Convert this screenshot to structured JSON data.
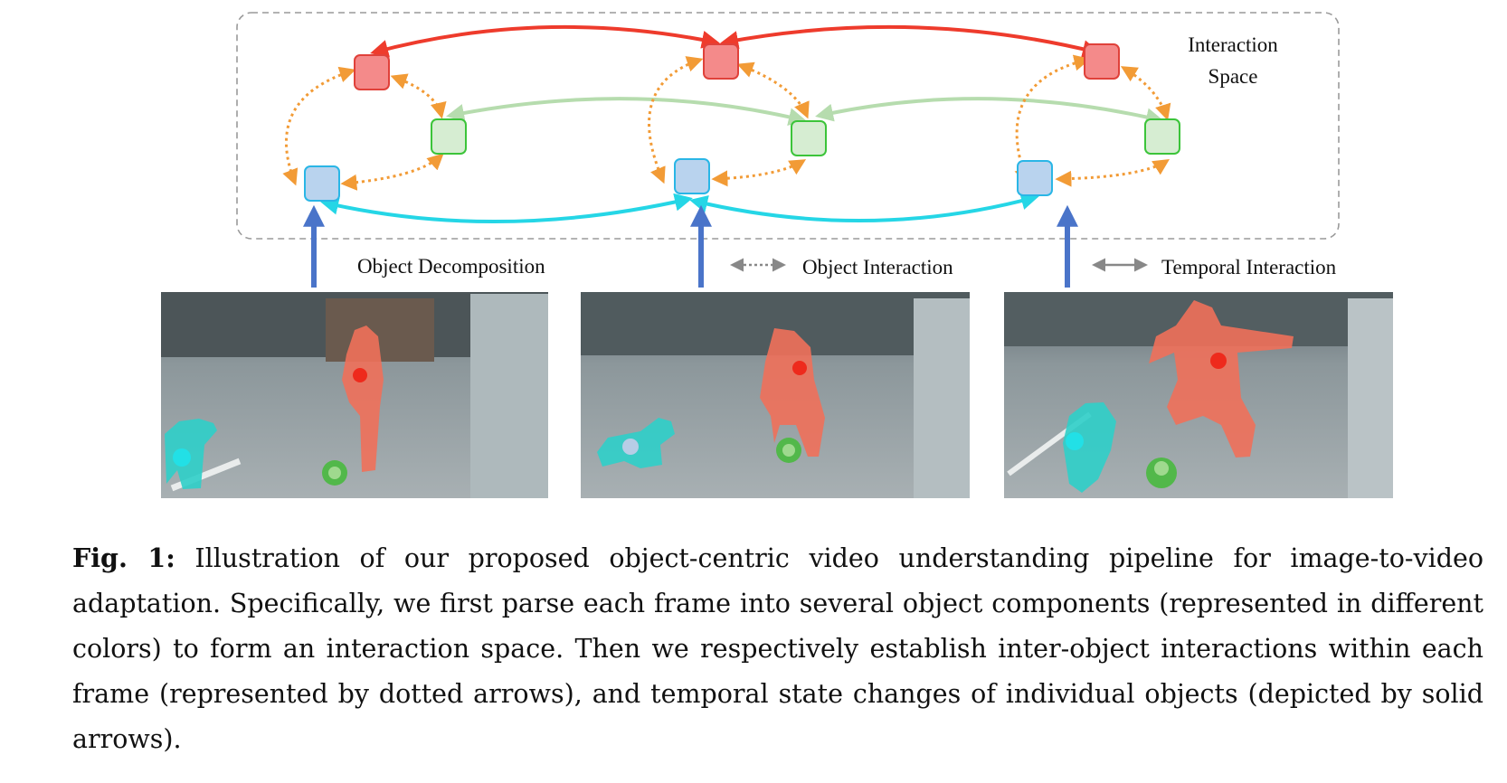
{
  "figure": {
    "interaction_space_label_line1": "Interaction",
    "interaction_space_label_line2": "Space",
    "legend": {
      "object_decomposition": "Object Decomposition",
      "object_interaction": "Object Interaction",
      "temporal_interaction": "Temporal Interaction"
    },
    "colors": {
      "person_node": "#f48a8a",
      "ball_node": "#d6edd2",
      "dog_node": "#b9d3ee",
      "temporal_person": "#ee3b2c",
      "temporal_ball": "#b6dcae",
      "temporal_dog": "#25d6e6",
      "interaction": "#f29b36",
      "decomposition": "#4a74c9"
    }
  },
  "caption": {
    "label": "Fig. 1:",
    "text": "Illustration of our proposed object-centric video understanding pipeline for image-to-video adaptation. Specifically, we first parse each frame into several object components (represented in different colors) to form an interaction space. Then we respectively establish inter-object interactions within each frame (represented by dotted arrows), and temporal state changes of individual objects (depicted by solid arrows)."
  }
}
